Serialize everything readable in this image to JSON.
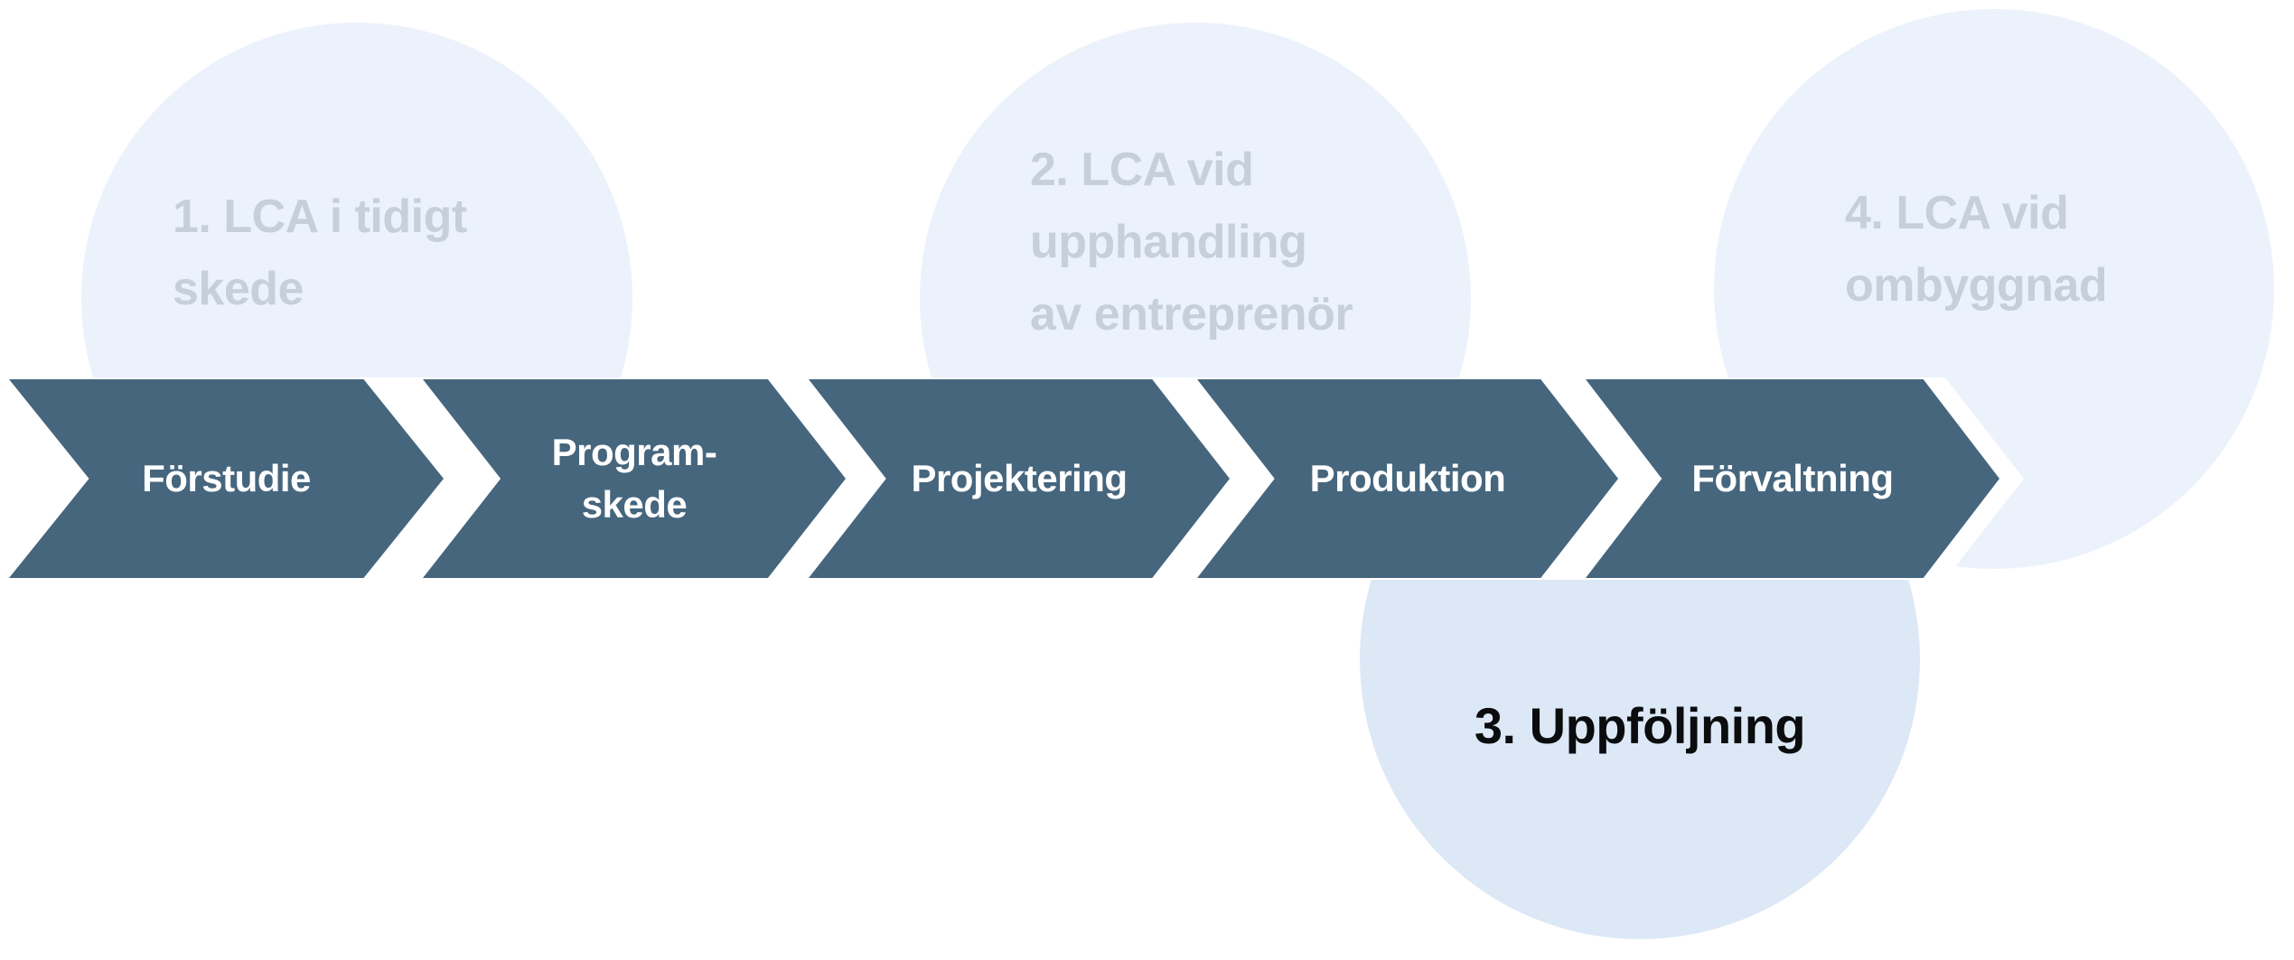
{
  "diagram": {
    "type": "process-flow",
    "language": "sv",
    "colors": {
      "background": "#FFFFFF",
      "chevron_fill": "#46667E",
      "chevron_text": "#FFFFFF",
      "milestone_circle_fill": "#ECF2FB",
      "milestone_circle_highlight_fill": "#DCE8F6",
      "milestone_text_muted": "#C7CFD9",
      "milestone_text_highlight": "#0A0C0E"
    },
    "process_steps": [
      {
        "id": "forstudie",
        "label": "Förstudie",
        "lines": [
          "Förstudie"
        ]
      },
      {
        "id": "programskede",
        "label": "Program-skede",
        "lines": [
          "Program-",
          "skede"
        ]
      },
      {
        "id": "projektering",
        "label": "Projektering",
        "lines": [
          "Projektering"
        ]
      },
      {
        "id": "produktion",
        "label": "Produktion",
        "lines": [
          "Produktion"
        ]
      },
      {
        "id": "forvaltning",
        "label": "Förvaltning",
        "lines": [
          "Förvaltning"
        ]
      }
    ],
    "lca_milestones": [
      {
        "number": 1,
        "label": "1. LCA i tidigt skede",
        "emphasis": "muted",
        "lines": [
          "1. LCA i tidigt",
          "skede"
        ]
      },
      {
        "number": 2,
        "label": "2. LCA vid upphandling av entreprenör",
        "emphasis": "muted",
        "lines": [
          "2. LCA vid",
          "upphandling",
          "av entreprenör"
        ]
      },
      {
        "number": 3,
        "label": "3. Uppföljning",
        "emphasis": "highlighted",
        "lines": [
          "3. Uppföljning"
        ]
      },
      {
        "number": 4,
        "label": "4. LCA vid ombyggnad",
        "emphasis": "muted",
        "lines": [
          "4. LCA vid",
          "ombyggnad"
        ]
      }
    ]
  }
}
